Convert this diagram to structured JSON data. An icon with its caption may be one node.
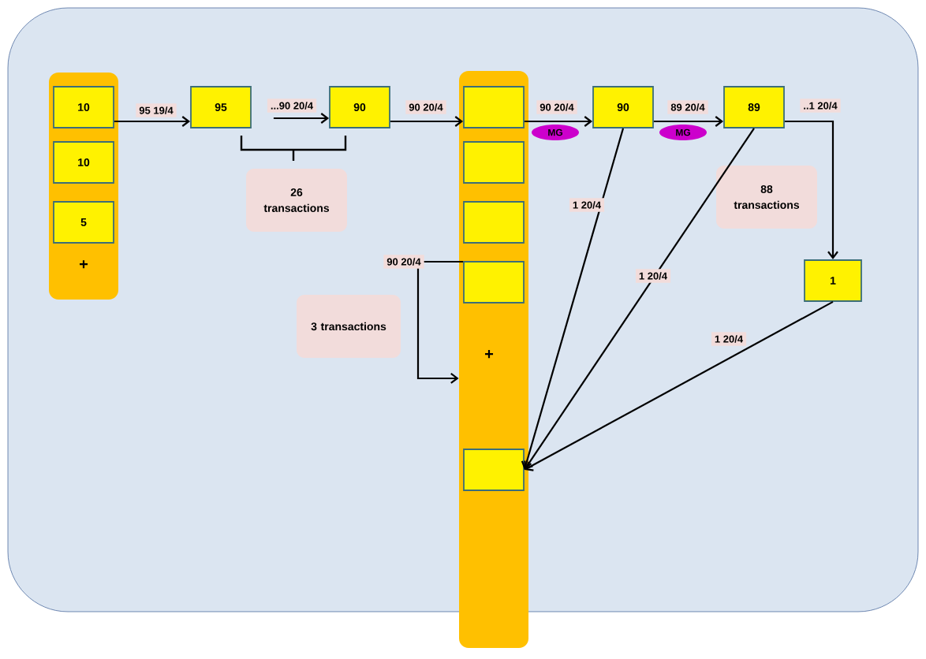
{
  "diagram": {
    "nodes": [
      {
        "text": [
          "+"
        ]
      },
      {
        "text": [
          "10"
        ],
        "in": 0
      },
      {
        "text": [
          "10"
        ],
        "in": 0
      },
      {
        "text": [
          "5"
        ],
        "in": 0
      },
      {
        "text": [
          "95"
        ]
      },
      {
        "text": [
          "90"
        ]
      },
      {
        "text": [
          "+"
        ]
      },
      {
        "text": [],
        "shape": "box",
        "in": 6
      },
      {
        "text": [],
        "shape": "box",
        "in": 6
      },
      {
        "text": [],
        "shape": "box",
        "in": 6
      },
      {
        "text": [],
        "shape": "box",
        "in": 6
      },
      {
        "text": [],
        "shape": "box",
        "in": 6
      },
      {
        "text": [
          "90"
        ]
      },
      {
        "text": [
          "89"
        ]
      },
      {
        "text": [
          "1"
        ]
      },
      {
        "text": [
          "MG"
        ]
      },
      {
        "text": [
          "MG"
        ]
      },
      {
        "text": [
          "26 transactions"
        ]
      },
      {
        "text": [
          "3 transactions"
        ]
      },
      {
        "text": [
          "88 transactions"
        ]
      }
    ],
    "edges": [
      {
        "from": 1,
        "to": 4,
        "arrow": "to",
        "label": "95  19/4"
      },
      {
        "from": 4,
        "to": 5,
        "arrow": "to",
        "label": "...90 20/4"
      },
      {
        "from": 5,
        "to": 7,
        "arrow": "to",
        "label": "90 20/4"
      },
      {
        "from": 7,
        "to": 12,
        "arrow": "to",
        "label": "90 20/4"
      },
      {
        "from": 12,
        "to": 13,
        "arrow": "to",
        "label": "89 20/4"
      },
      {
        "from": 13,
        "to": 14,
        "arrow": "to",
        "label": "..1  20/4"
      },
      {
        "from": 12,
        "to": 11,
        "arrow": "to",
        "label": "1  20/4"
      },
      {
        "from": 13,
        "to": 11,
        "arrow": "to",
        "label": "1  20/4"
      },
      {
        "from": 14,
        "to": 11,
        "arrow": "to",
        "label": "1  20/4"
      },
      {
        "from": 10,
        "to": 6,
        "arrow": "to",
        "label": "90 20/4"
      }
    ]
  }
}
